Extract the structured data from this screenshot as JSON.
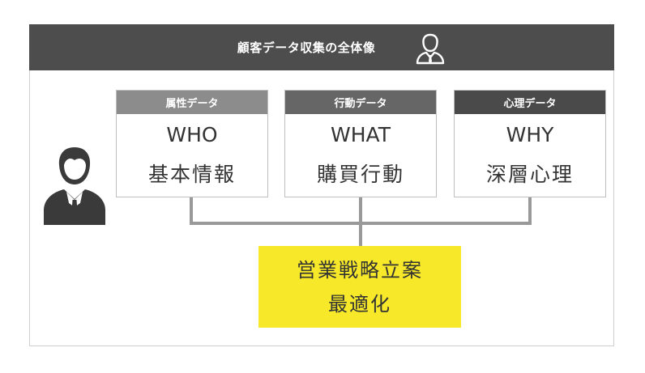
{
  "header": {
    "title": "顧客データ収集の全体像",
    "icon": "person-icon"
  },
  "cards": [
    {
      "caption": "属性データ",
      "line1": "WHO",
      "line2": "基本情報",
      "color": "#8c8c8c"
    },
    {
      "caption": "行動データ",
      "line1": "WHAT",
      "line2": "購買行動",
      "color": "#666666"
    },
    {
      "caption": "心理データ",
      "line1": "WHY",
      "line2": "深層心理",
      "color": "#4a4a4a"
    }
  ],
  "result": {
    "line1": "営業戦略立案",
    "line2": "最適化",
    "color": "#f7e92a"
  },
  "colors": {
    "header": "#4d4d4d",
    "connector": "#999999"
  }
}
